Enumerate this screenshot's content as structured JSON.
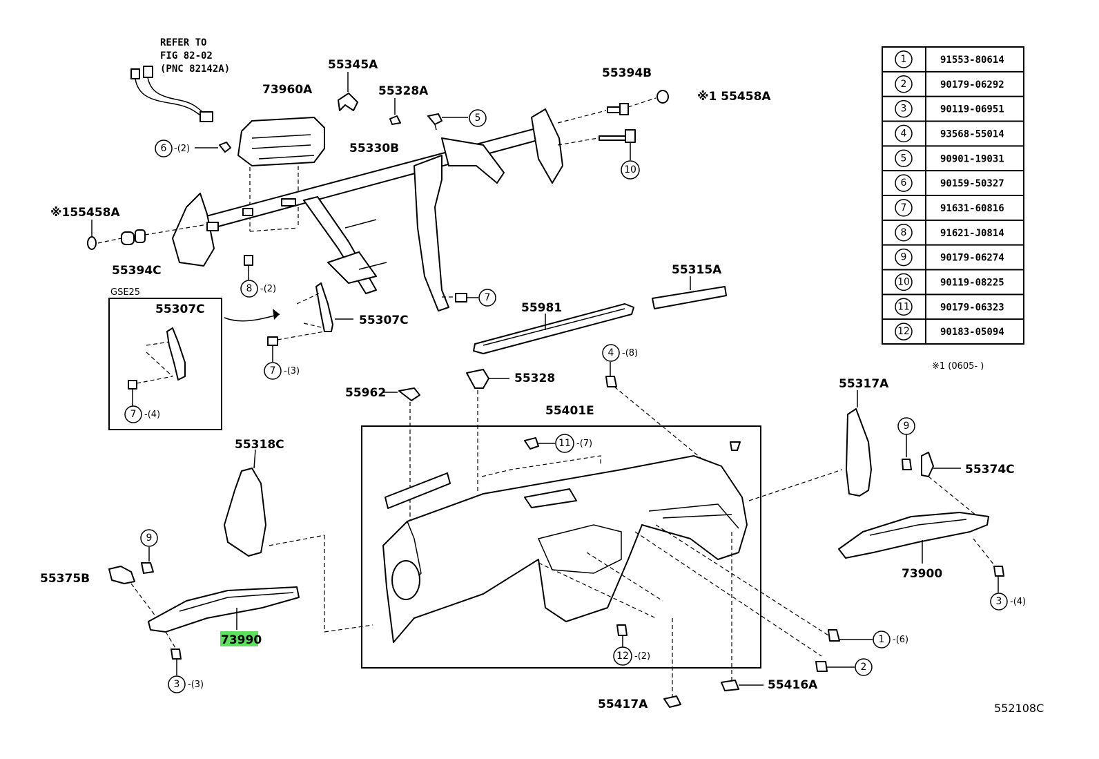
{
  "diagram": {
    "refer_note": [
      "REFER TO",
      "FIG 82-02",
      "(PNC 82142A)"
    ],
    "variant_label": "GSE25",
    "footnote": "※1 (0605-   )",
    "figure_code": "552108C",
    "highlight_color": "#5ee05e",
    "part_labels": {
      "p73960A": "73960A",
      "p55345A": "55345A",
      "p55328A": "55328A",
      "p55394B": "55394B",
      "p55458A_right": "※1 55458A",
      "p55330B": "55330B",
      "p55458A_left": "※155458A",
      "p55394C": "55394C",
      "p55307C_inset": "55307C",
      "p55307C": "55307C",
      "p55981": "55981",
      "p55315A": "55315A",
      "p55962": "55962",
      "p55328": "55328",
      "p55401E": "55401E",
      "p55317A": "55317A",
      "p55318C": "55318C",
      "p55374C": "55374C",
      "p55375B": "55375B",
      "p73900": "73900",
      "p73990": "73990",
      "p55417A": "55417A",
      "p55416A": "55416A"
    },
    "callouts": {
      "c6": {
        "num": "6",
        "qty": "-(2)"
      },
      "c5": {
        "num": "5",
        "qty": ""
      },
      "c10": {
        "num": "10",
        "qty": ""
      },
      "c8": {
        "num": "8",
        "qty": "-(2)"
      },
      "c7a": {
        "num": "7",
        "qty": ""
      },
      "c7b": {
        "num": "7",
        "qty": "-(3)"
      },
      "c7c": {
        "num": "7",
        "qty": "-(4)"
      },
      "c4": {
        "num": "4",
        "qty": "-(8)"
      },
      "c11": {
        "num": "11",
        "qty": "-(7)"
      },
      "c9a": {
        "num": "9",
        "qty": ""
      },
      "c9b": {
        "num": "9",
        "qty": ""
      },
      "c3a": {
        "num": "3",
        "qty": "-(4)"
      },
      "c3b": {
        "num": "3",
        "qty": "-(3)"
      },
      "c1": {
        "num": "1",
        "qty": "-(6)"
      },
      "c2": {
        "num": "2",
        "qty": ""
      },
      "c12": {
        "num": "12",
        "qty": "-(2)"
      }
    },
    "parts_table": [
      {
        "ref": "1",
        "part": "91553-80614"
      },
      {
        "ref": "2",
        "part": "90179-06292"
      },
      {
        "ref": "3",
        "part": "90119-06951"
      },
      {
        "ref": "4",
        "part": "93568-55014"
      },
      {
        "ref": "5",
        "part": "90901-19031"
      },
      {
        "ref": "6",
        "part": "90159-50327"
      },
      {
        "ref": "7",
        "part": "91631-60816"
      },
      {
        "ref": "8",
        "part": "91621-J0814"
      },
      {
        "ref": "9",
        "part": "90179-06274"
      },
      {
        "ref": "10",
        "part": "90119-08225"
      },
      {
        "ref": "11",
        "part": "90179-06323"
      },
      {
        "ref": "12",
        "part": "90183-05094"
      }
    ]
  }
}
